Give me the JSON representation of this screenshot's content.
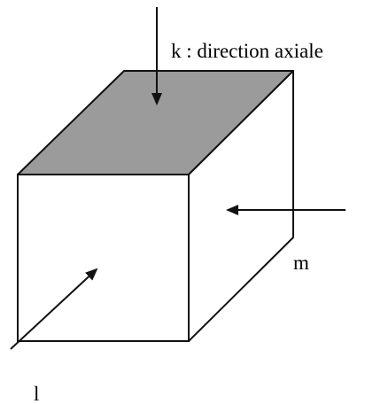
{
  "labels": {
    "k": "k : direction axiale",
    "m": "m",
    "l": "l"
  },
  "colors": {
    "top_face": "#9b9b9b",
    "stroke": "#111111",
    "background": "#ffffff"
  }
}
